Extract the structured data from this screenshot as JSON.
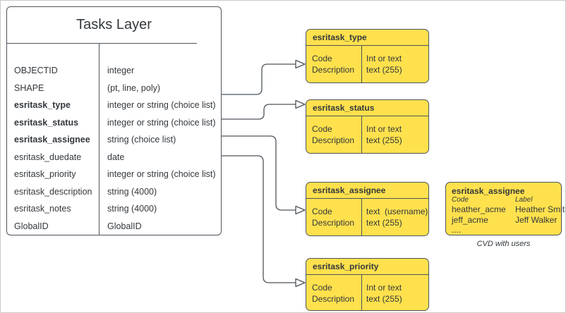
{
  "tasks_layer": {
    "title": "Tasks Layer",
    "fields": [
      {
        "name": "OBJECTID",
        "type": "integer"
      },
      {
        "name": "SHAPE",
        "type": "(pt, line, poly)"
      },
      {
        "name": "esritask_type",
        "type": "integer or string (choice list)"
      },
      {
        "name": "esritask_status",
        "type": "integer or string (choice list)"
      },
      {
        "name": "esritask_assignee",
        "type": "string (choice list)"
      },
      {
        "name": "esritask_duedate",
        "type": "date"
      },
      {
        "name": "esritask_priority",
        "type": "integer or string (choice list)"
      },
      {
        "name": "esritask_description",
        "type": "string (4000)"
      },
      {
        "name": "esritask_notes",
        "type": "string (4000)"
      },
      {
        "name": "GlobalID",
        "type": "GlobalID"
      }
    ]
  },
  "domains": [
    {
      "title": "esritask_type",
      "left": [
        "Code",
        "Description"
      ],
      "right": [
        "Int or text",
        "text (255)"
      ]
    },
    {
      "title": "esritask_status",
      "left": [
        "Code",
        "Description"
      ],
      "right": [
        "Int or text",
        "text (255)"
      ]
    },
    {
      "title": "esritask_assignee",
      "left": [
        "Code",
        "Description"
      ],
      "right": [
        "text  (username)",
        "text (255)"
      ]
    },
    {
      "title": "esritask_priority",
      "left": [
        "Code",
        "Description"
      ],
      "right": [
        "Int or text",
        "text (255)"
      ]
    }
  ],
  "cvd_list": {
    "title": "esritask_assignee",
    "code_header": "Code",
    "label_header": "Label",
    "entries": [
      {
        "code": "heather_acme",
        "label": "Heather Smith"
      },
      {
        "code": "jeff_acme",
        "label": "Jeff Walker"
      },
      {
        "code": "....",
        "label": ""
      }
    ],
    "caption": "CVD with users"
  },
  "colors": {
    "domain_fill": "#FFE14D",
    "stroke": "#4D545B",
    "text": "#33383D",
    "canvas_border": "#C9C9C9"
  }
}
